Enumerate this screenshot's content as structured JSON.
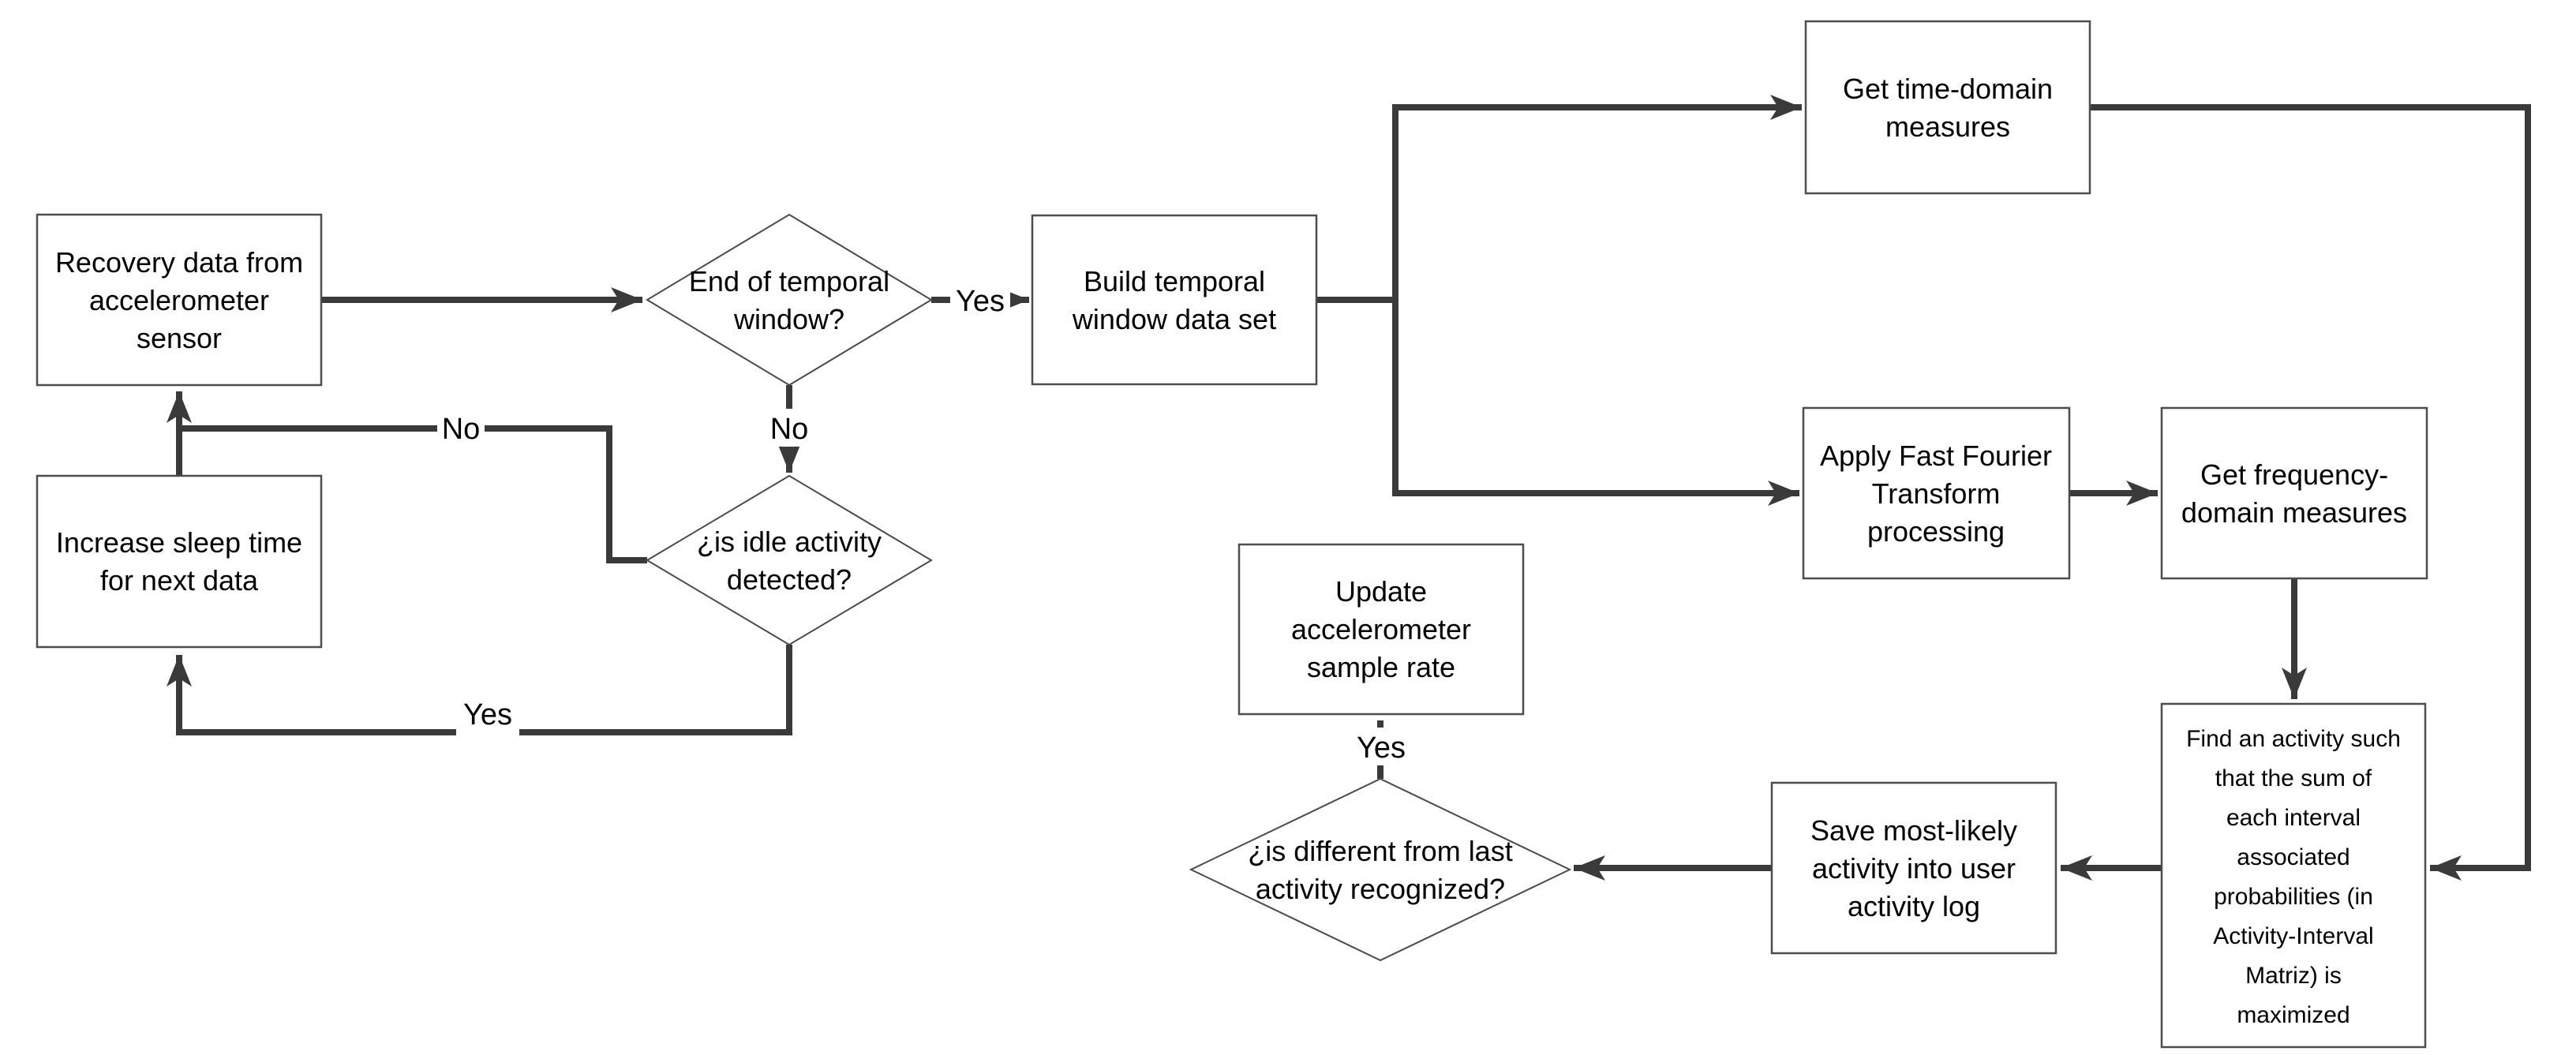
{
  "page": {
    "background": "#ffffff",
    "description": "Flowchart of accelerometer-based activity recognition process"
  },
  "colors": {
    "connector": "#3a3a3a",
    "shape_border": "#4d4d4d",
    "shape_fill": "#ffffff",
    "text": "#000000"
  },
  "nodes": {
    "recovery": {
      "lines": [
        "Recovery data from",
        "accelerometer",
        "sensor"
      ]
    },
    "temporal_decision": {
      "lines": [
        "End of temporal",
        "window?"
      ]
    },
    "build": {
      "lines": [
        "Build temporal",
        "window data set"
      ]
    },
    "time_domain": {
      "lines": [
        "Get time-domain",
        "measures"
      ]
    },
    "fft": {
      "lines": [
        "Apply Fast Fourier",
        "Transform",
        "processing"
      ]
    },
    "freq_domain": {
      "lines": [
        "Get frequency-",
        "domain measures"
      ]
    },
    "increase_sleep": {
      "lines": [
        "Increase sleep time",
        "for next data"
      ]
    },
    "idle_decision": {
      "lines": [
        "¿is idle activity",
        "detected?"
      ]
    },
    "update_rate": {
      "lines": [
        "Update",
        "accelerometer",
        "sample rate"
      ]
    },
    "different_decision": {
      "lines": [
        "¿is different from last",
        "activity recognized?"
      ]
    },
    "save_activity": {
      "lines": [
        "Save most-likely",
        "activity into user",
        "activity log"
      ]
    },
    "find_activity": {
      "lines": [
        "Find an activity such",
        "that the sum of",
        "each interval",
        "associated",
        "probabilities (in",
        "Activity-Interval",
        "Matriz) is",
        "maximized"
      ]
    }
  },
  "edge_labels": {
    "temporal_yes": "Yes",
    "temporal_no": "No",
    "idle_no": "No",
    "idle_yes": "Yes",
    "different_yes": "Yes"
  }
}
